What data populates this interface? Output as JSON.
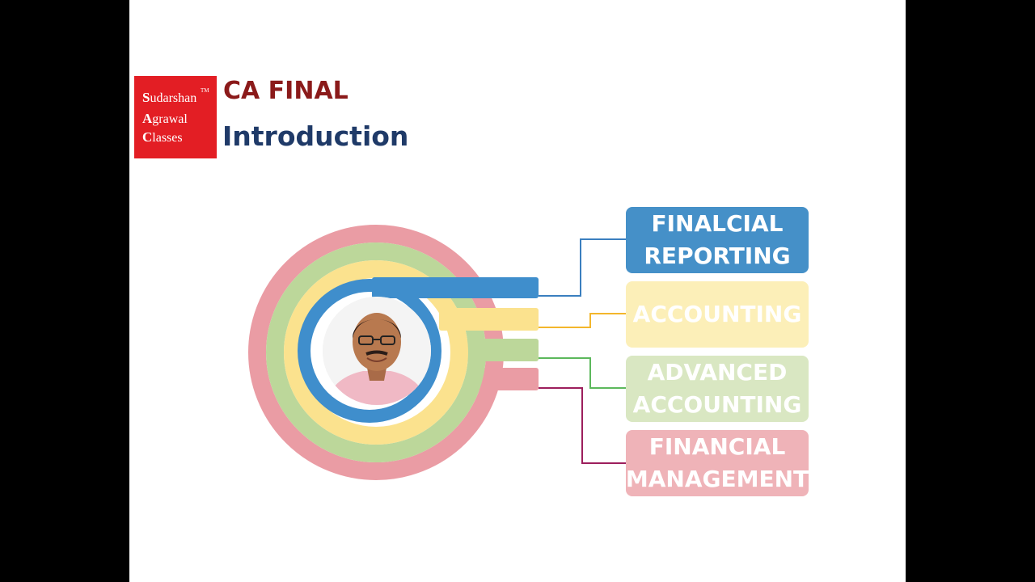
{
  "logo": {
    "lines": [
      {
        "initial": "S",
        "rest": "udarshan"
      },
      {
        "initial": "A",
        "rest": "grawal"
      },
      {
        "initial": "C",
        "rest": "lasses"
      }
    ],
    "tm": "TM"
  },
  "header": {
    "title": "CA FINAL",
    "subtitle": "Introduction"
  },
  "subjects": [
    {
      "label": "FINALCIAL\nREPORTING",
      "color": "#4590c8"
    },
    {
      "label": "ACCOUNTING",
      "color": "#fcefb8"
    },
    {
      "label": "ADVANCED\nACCOUNTING",
      "color": "#d9e7c2"
    },
    {
      "label": "FINANCIAL\nMANAGEMENT",
      "color": "#efb3b8"
    }
  ],
  "rings": {
    "pink": "#ea9ca4",
    "green": "#bcd79a",
    "yellow": "#fbe28e",
    "blue": "#3f8ecc"
  },
  "connectors": {
    "blue": "#3a7fbf",
    "yellow": "#f3b62c",
    "green": "#5cb85c",
    "pink": "#9c1e5c"
  }
}
